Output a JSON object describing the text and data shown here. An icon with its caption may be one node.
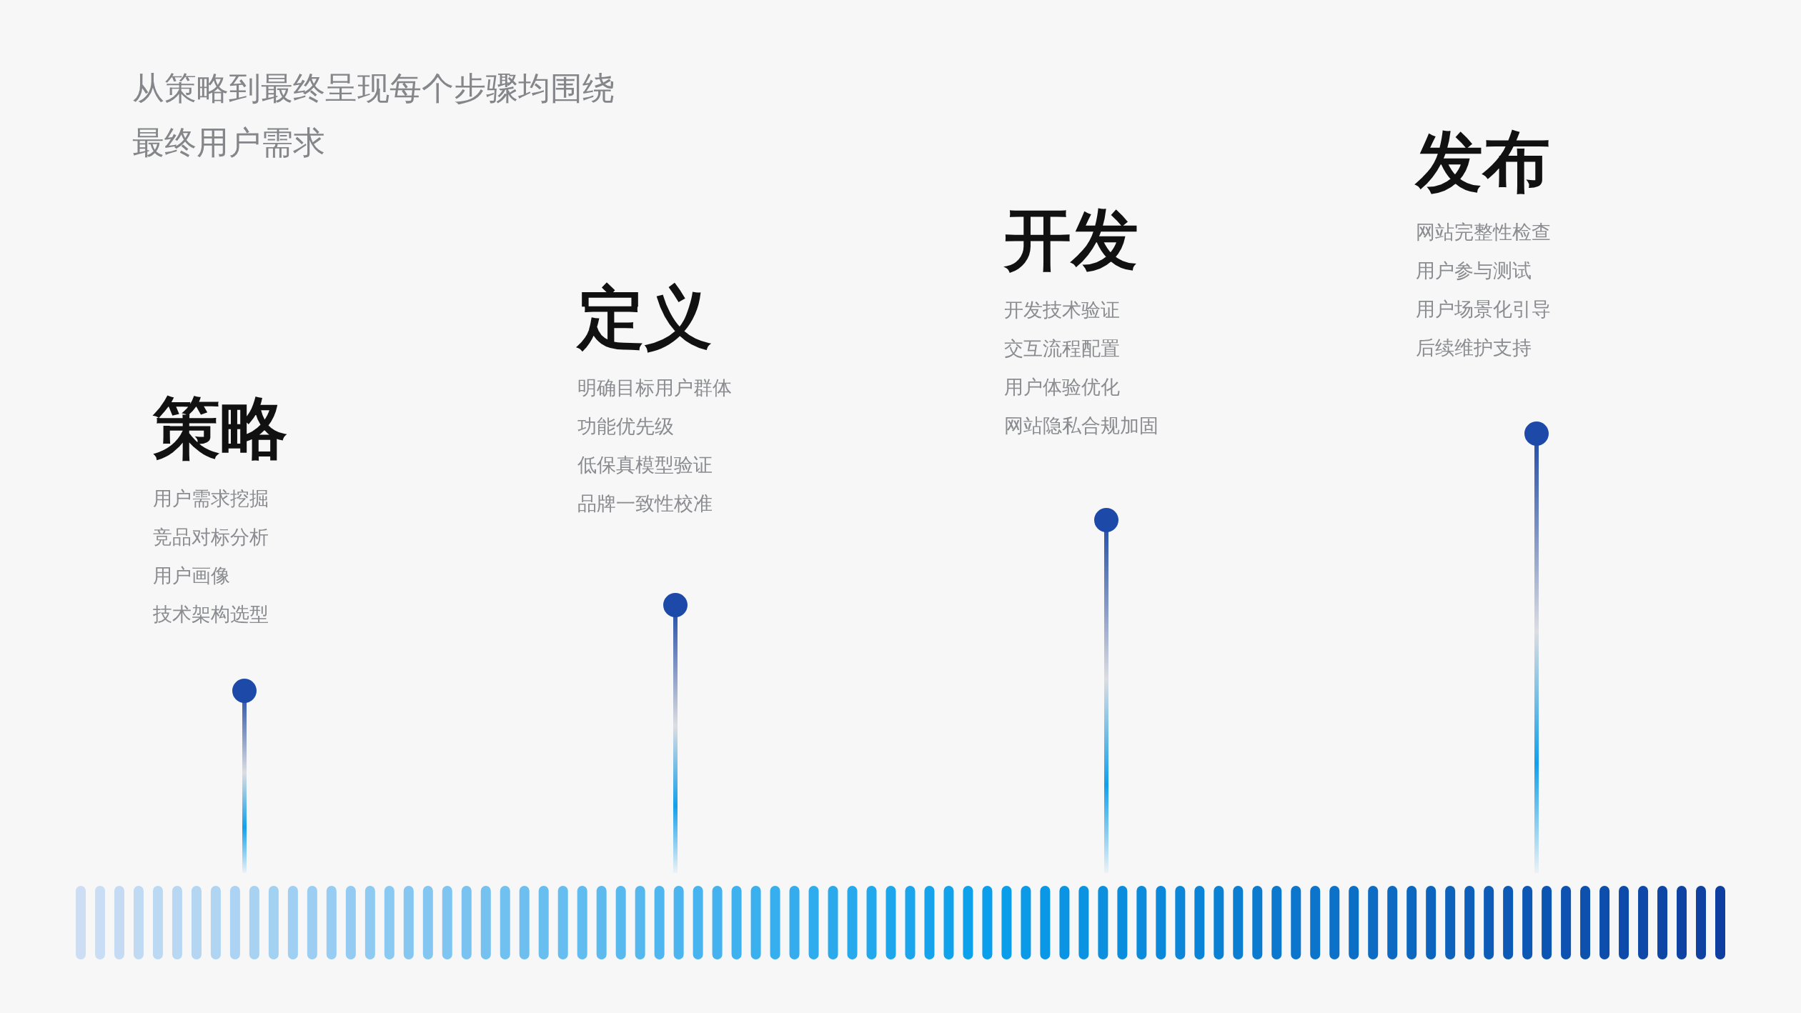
{
  "diagram": {
    "title": "从策略到最终呈现每个步骤均围绕最终用户需求",
    "nodes": [
      {
        "text": [
          "策略",
          "用户需求挖掘",
          "竞品对标分析",
          "用户画像",
          "技术架构选型"
        ]
      },
      {
        "text": [
          "定义",
          "明确目标用户群体",
          "功能优先级",
          "低保真模型验证",
          "品牌一致性校准"
        ]
      },
      {
        "text": [
          "开发",
          "开发技术验证",
          "交互流程配置",
          "用户体验优化",
          "网站隐私合规加固"
        ]
      },
      {
        "text": [
          "发布",
          "网站完整性检查",
          "用户参与测试",
          "用户场景化引导",
          "后续维护支持"
        ]
      }
    ]
  }
}
